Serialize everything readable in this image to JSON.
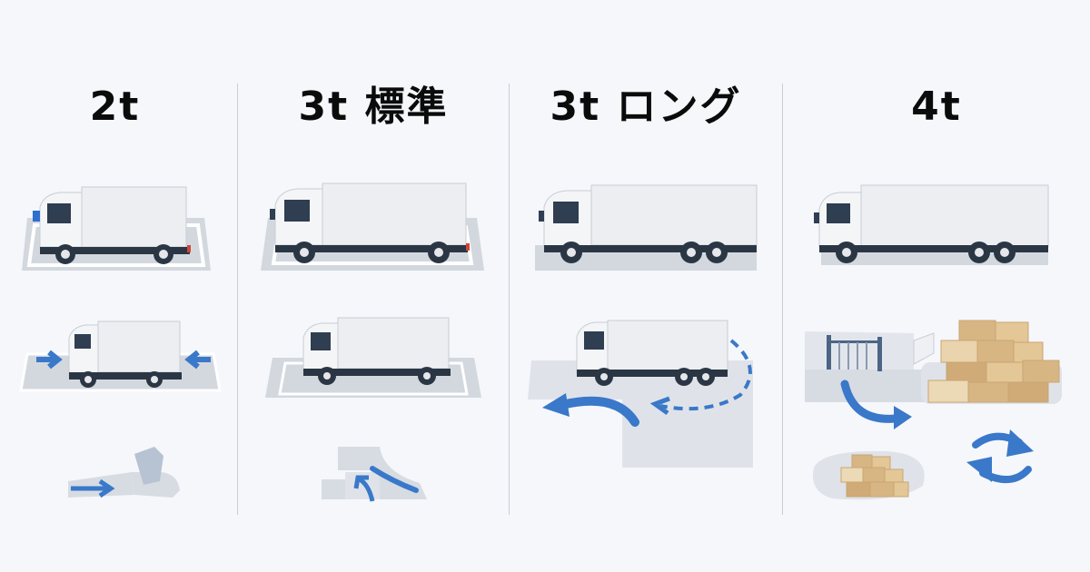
{
  "colors": {
    "background": "#f5f7fb",
    "accent": "#3a78c9",
    "divider": "#c9ced6",
    "truck_body": "#eceef1",
    "ground": "#cfd4db",
    "box": "#d9b98a"
  },
  "columns": [
    {
      "title": "2t",
      "illustrations": [
        "truck-2t-parked",
        "truck-2t-tight-space-arrows",
        "narrow-road-entry-arrow"
      ]
    },
    {
      "title": "3t 標準",
      "illustrations": [
        "truck-3t-parked",
        "truck-3t-standard",
        "corner-turn-arrows"
      ]
    },
    {
      "title": "3t ロング",
      "illustrations": [
        "truck-3t-long-parked",
        "truck-3t-long-turning-radius",
        "wide-turn-arrow",
        "dashed-turn-path"
      ]
    },
    {
      "title": "4t",
      "illustrations": [
        "truck-4t-parked",
        "loading-dock-gate",
        "cargo-boxes-large",
        "transfer-arrow",
        "cargo-boxes-small",
        "cycle-arrows"
      ]
    }
  ]
}
